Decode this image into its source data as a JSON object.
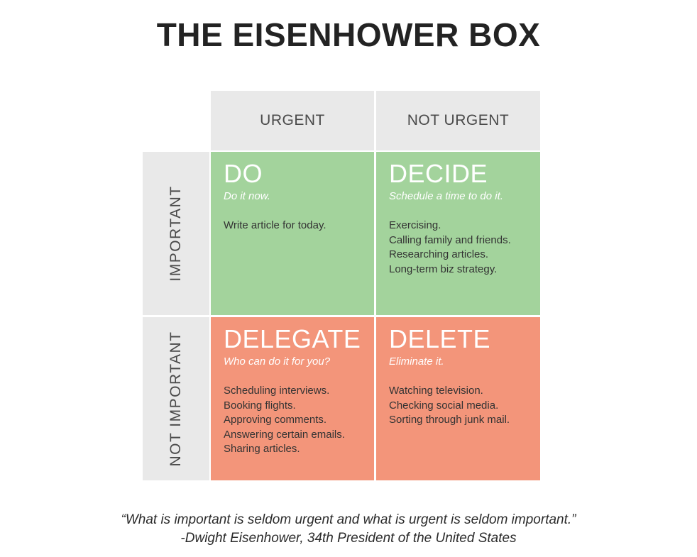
{
  "title": "THE EISENHOWER BOX",
  "columns": {
    "urgent": "URGENT",
    "not_urgent": "NOT URGENT"
  },
  "rows": {
    "important": "IMPORTANT",
    "not_important": "NOT IMPORTANT"
  },
  "quadrants": {
    "do": {
      "heading": "DO",
      "subtitle": "Do it now.",
      "items": [
        "Write article for today."
      ]
    },
    "decide": {
      "heading": "DECIDE",
      "subtitle": "Schedule a time to do it.",
      "items": [
        "Exercising.",
        "Calling family and friends.",
        "Researching articles.",
        "Long-term biz strategy."
      ]
    },
    "delegate": {
      "heading": "DELEGATE",
      "subtitle": "Who can do it for you?",
      "items": [
        "Scheduling interviews.",
        "Booking flights.",
        "Approving comments.",
        "Answering certain emails.",
        "Sharing articles."
      ]
    },
    "delete": {
      "heading": "DELETE",
      "subtitle": "Eliminate it.",
      "items": [
        "Watching television.",
        "Checking social media.",
        "Sorting through junk mail."
      ]
    }
  },
  "quote": {
    "text": "“What is important is seldom urgent and what is urgent is seldom important.”",
    "attribution": "-Dwight Eisenhower, 34th President of the United States"
  },
  "colors": {
    "green": "#a3d39c",
    "red": "#f3957a",
    "header_gray": "#e9e9e9"
  }
}
